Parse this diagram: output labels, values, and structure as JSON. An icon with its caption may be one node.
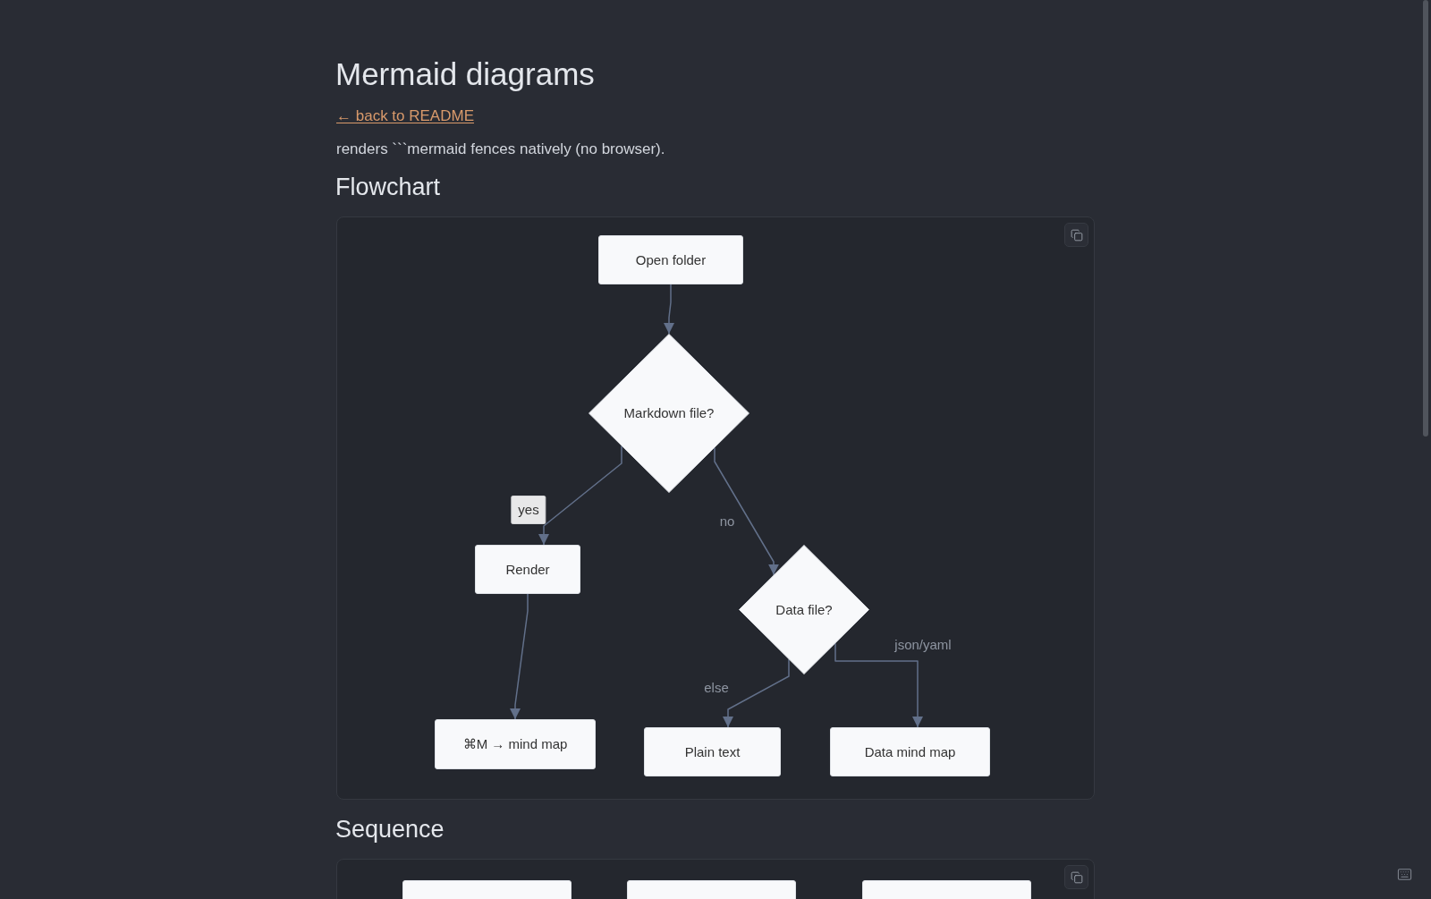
{
  "diagram": {
    "title": "Mermaid diagrams",
    "nodes": [
      {
        "text": [
          "Open folder"
        ]
      },
      {
        "text": [
          "Markdown file?"
        ]
      },
      {
        "text": [
          "Render"
        ]
      },
      {
        "text": [
          "Data file?"
        ]
      },
      {
        "text": [
          "⌘M → mind map"
        ]
      },
      {
        "text": [
          "Plain text"
        ]
      },
      {
        "text": [
          "Data mind map"
        ]
      },
      {
        "text": [],
        "shape": "box"
      },
      {
        "text": [],
        "shape": "box"
      },
      {
        "text": [],
        "shape": "box"
      }
    ],
    "edges": [
      {
        "from": 0,
        "to": 1,
        "arrow": "to"
      },
      {
        "from": 1,
        "to": 2,
        "arrow": "to",
        "label": "yes"
      },
      {
        "from": 1,
        "to": 3,
        "arrow": "to",
        "label": "no"
      },
      {
        "from": 2,
        "to": 4,
        "arrow": "to"
      },
      {
        "from": 3,
        "to": 5,
        "arrow": "to",
        "label": "else"
      },
      {
        "from": 3,
        "to": 6,
        "arrow": "to",
        "label": "json/yaml"
      }
    ],
    "labels": [
      "← back to README",
      "renders ```mermaid fences natively (no browser).",
      "Flowchart",
      "Sequence"
    ]
  }
}
